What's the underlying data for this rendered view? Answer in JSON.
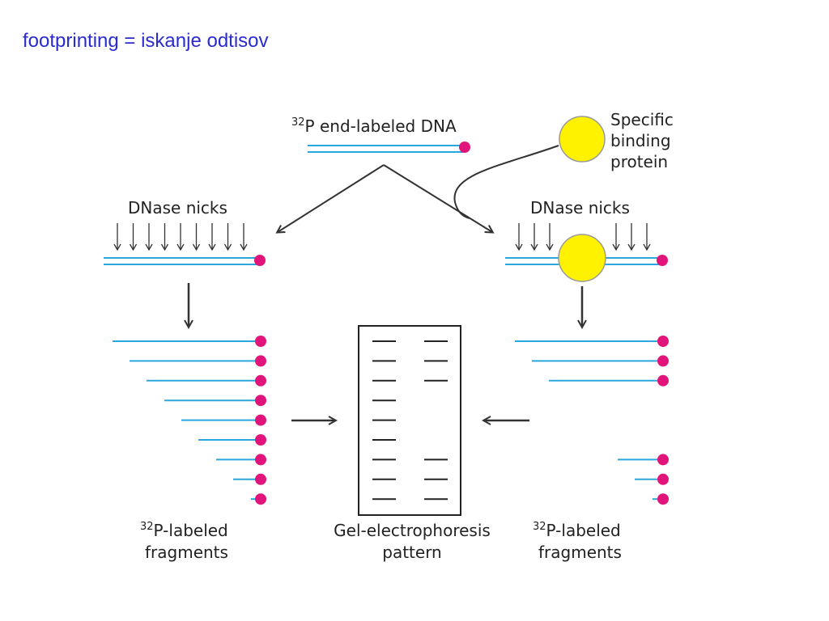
{
  "title": "footprinting = iskanje odtisov",
  "labels": {
    "end_labeled_sup": "32",
    "end_labeled_text": "P end-labeled DNA",
    "protein_line1": "Specific",
    "protein_line2": "binding",
    "protein_line3": "protein",
    "dnase_left": "DNase nicks",
    "dnase_right": "DNase nicks",
    "fragments_left_sup": "32",
    "fragments_left_line1": "P-labeled",
    "fragments_left_line2": "fragments",
    "gel_line1": "Gel-electrophoresis",
    "gel_line2": "pattern",
    "fragments_right_sup": "32",
    "fragments_right_line1": "P-labeled",
    "fragments_right_line2": "fragments"
  },
  "colors": {
    "title": "#2b2bd0",
    "dna_strand": "#2aa7dd",
    "label_dot": "#e0147a",
    "protein_fill": "#fff200",
    "protein_stroke": "#9a9a9a",
    "arrow": "#333333",
    "gel_band": "#222222"
  },
  "gel": {
    "lane_without_protein": [
      1,
      1,
      1,
      1,
      1,
      1,
      1,
      1,
      1
    ],
    "lane_with_protein": [
      1,
      1,
      1,
      0,
      0,
      0,
      1,
      1,
      1
    ]
  }
}
